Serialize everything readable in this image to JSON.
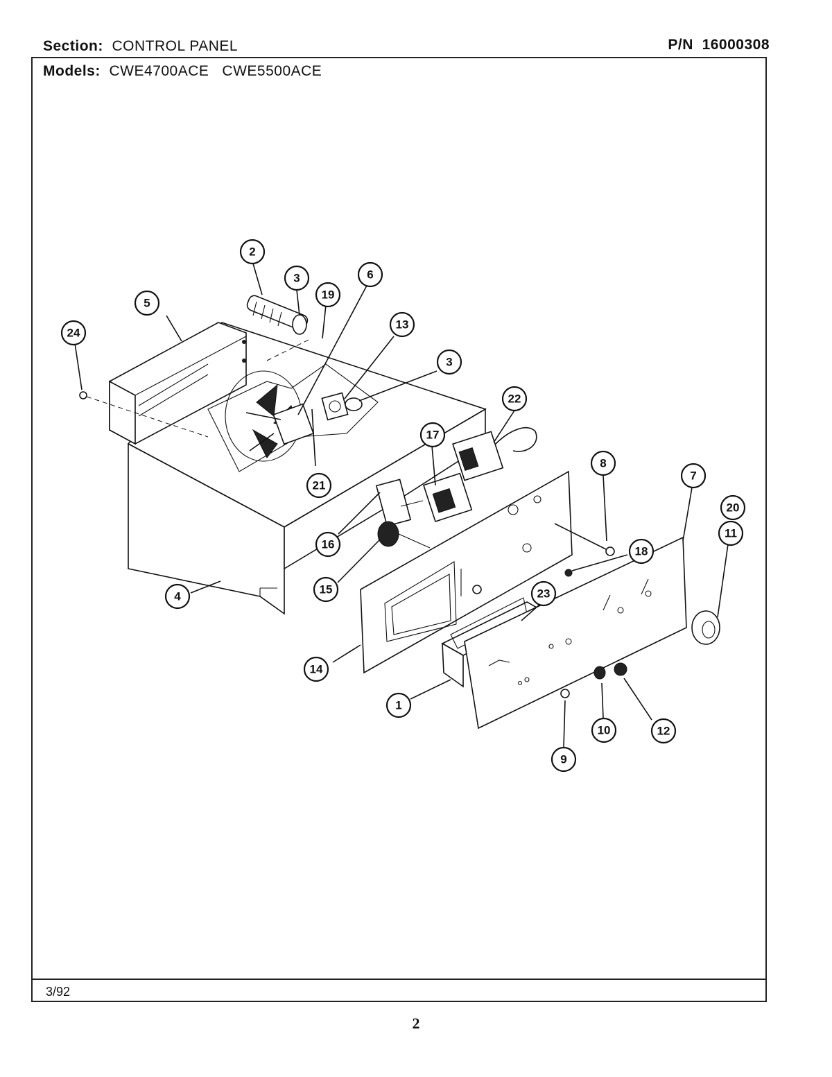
{
  "header": {
    "section_label": "Section:",
    "section_value": "CONTROL PANEL",
    "pn_label": "P/N",
    "pn_value": "16000308",
    "models_label": "Models:",
    "models_value": "CWE4700ACE   CWE5500ACE"
  },
  "footer": {
    "date": "3/92",
    "page_number": "2"
  },
  "callouts": [
    "1",
    "2",
    "3",
    "3",
    "4",
    "5",
    "6",
    "7",
    "8",
    "9",
    "10",
    "11",
    "12",
    "13",
    "14",
    "15",
    "16",
    "17",
    "18",
    "19",
    "20",
    "21",
    "22",
    "23",
    "24"
  ]
}
